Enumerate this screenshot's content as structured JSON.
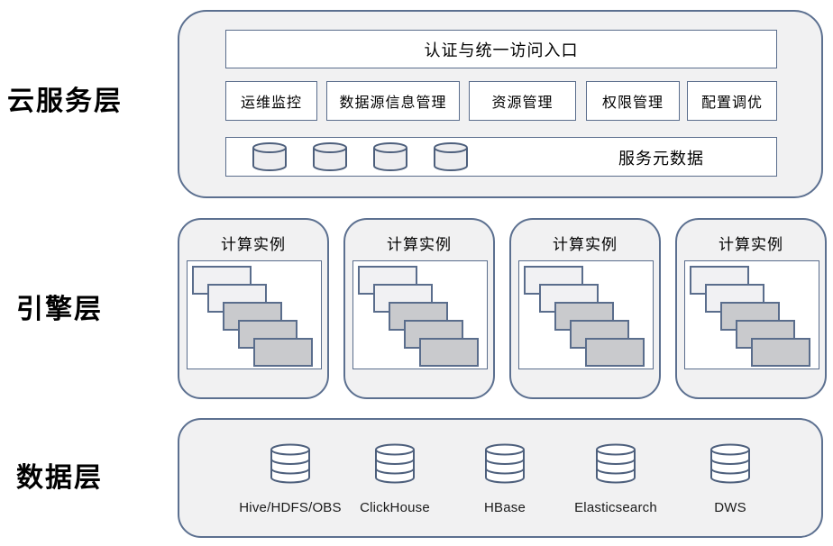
{
  "cloud_layer": {
    "label": "云服务层",
    "entry": "认证与统一访问入口",
    "modules": [
      "运维监控",
      "数据源信息管理",
      "资源管理",
      "权限管理",
      "配置调优"
    ],
    "metadata_label": "服务元数据",
    "metadata_db_count": 4
  },
  "engine_layer": {
    "label": "引擎层",
    "instances": [
      {
        "label": "计算实例"
      },
      {
        "label": "计算实例"
      },
      {
        "label": "计算实例"
      },
      {
        "label": "计算实例"
      }
    ]
  },
  "data_layer": {
    "label": "数据层",
    "datastores": [
      "Hive/HDFS/OBS",
      "ClickHouse",
      "HBase",
      "Elasticsearch",
      "DWS"
    ]
  },
  "colors": {
    "panel_fill": "#f1f1f2",
    "panel_border": "#5c7090",
    "inner_border": "#5a6d8c",
    "cylinder_stroke": "#4d5f7c",
    "stack_light": "#f1f1f3",
    "stack_gray": "#c9cacd",
    "text": "#000000"
  }
}
